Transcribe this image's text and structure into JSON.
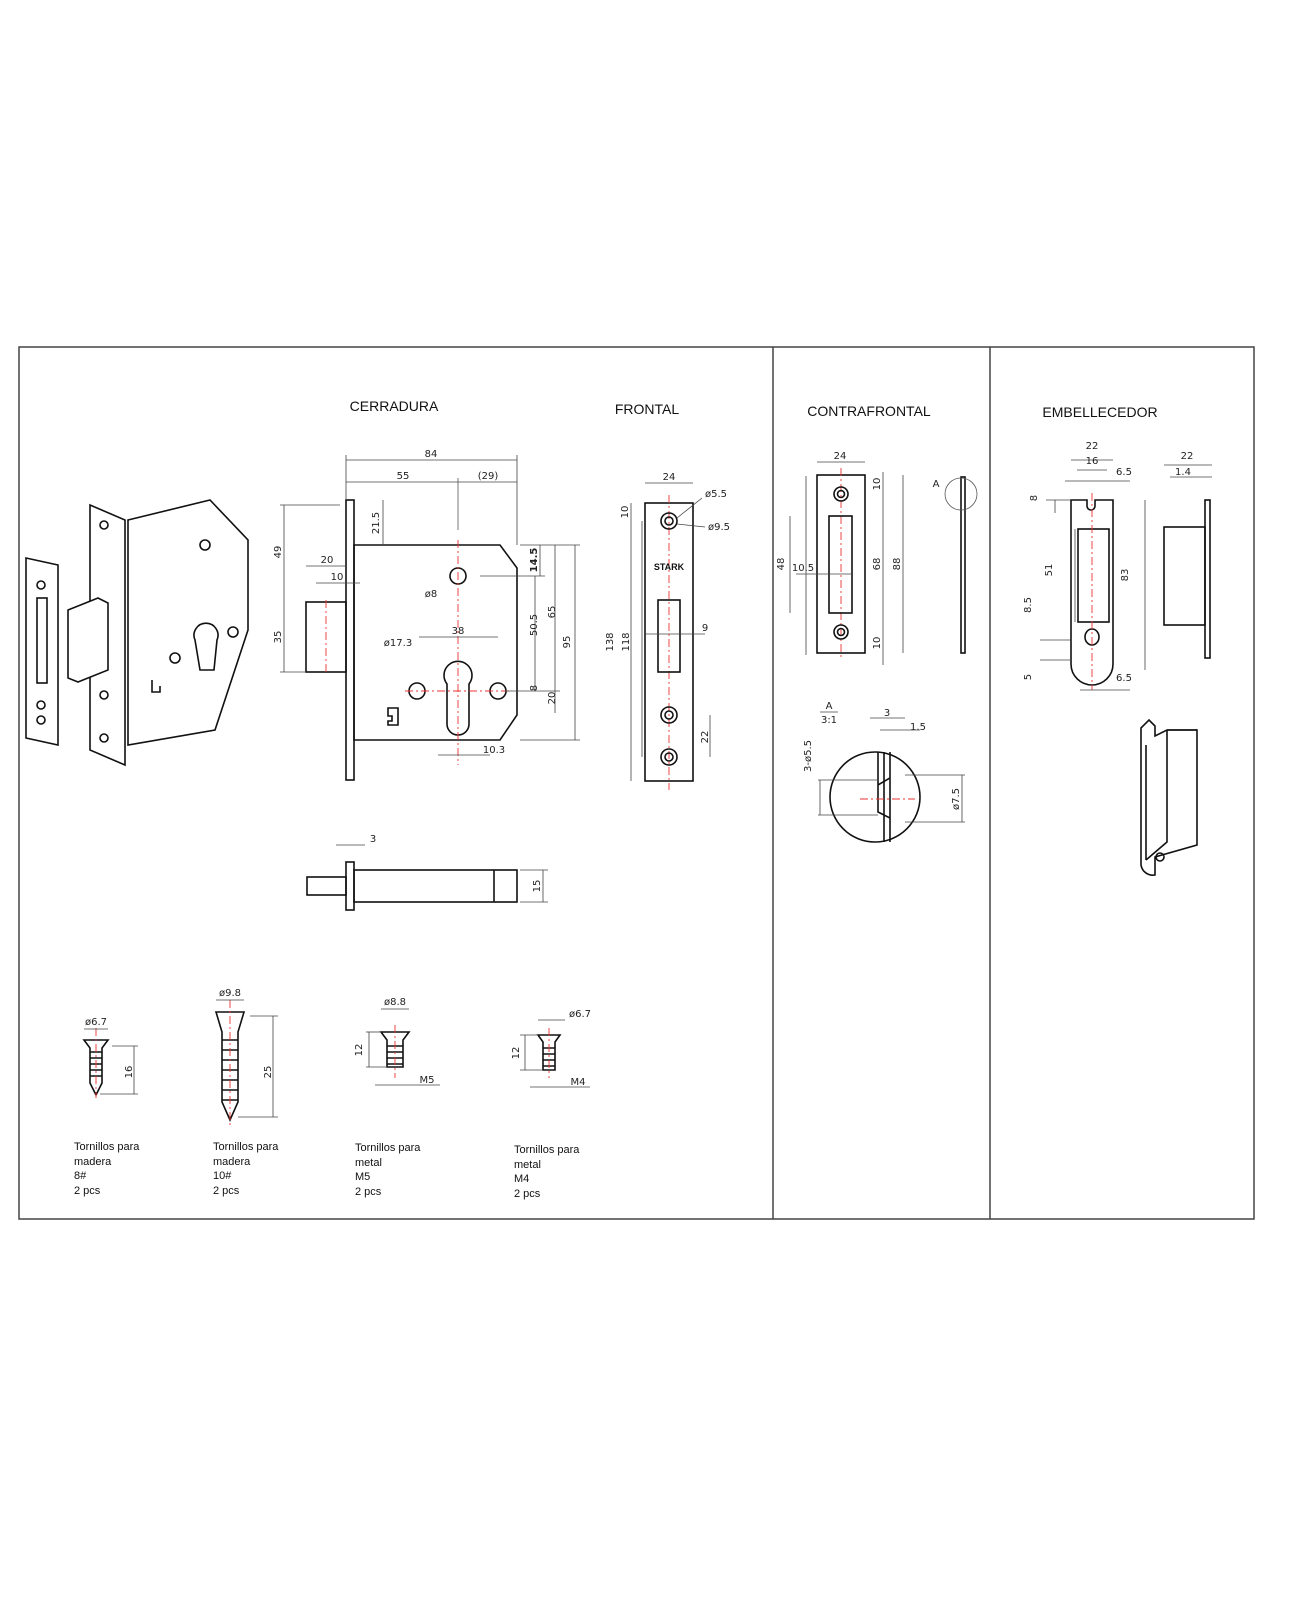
{
  "titles": {
    "cerradura": "CERRADURA",
    "frontal": "FRONTAL",
    "contrafrontal": "CONTRAFRONTAL",
    "embellecedor": "EMBELLECEDOR"
  },
  "cerradura": {
    "d84": "84",
    "d55": "55",
    "d29": "(29)",
    "d21_5": "21.5",
    "d49": "49",
    "d20": "20",
    "d10": "10",
    "d35": "35",
    "d14_5": "14.5",
    "d8dia": "ø8",
    "d50_5": "50.5",
    "d65": "65",
    "d95": "95",
    "d38": "38",
    "d17_3": "ø17.3",
    "d8": "8",
    "d20b": "20",
    "d10_3": "10.3",
    "bolt3": "3",
    "bolt15": "15"
  },
  "frontal": {
    "brand": "STARK",
    "d24": "24",
    "d5_5": "ø5.5",
    "d9_5": "ø9.5",
    "d10": "10",
    "d138": "138",
    "d118": "118",
    "d9": "9",
    "d22": "22"
  },
  "contrafrontal": {
    "d24": "24",
    "d10a": "10",
    "d10b": "10",
    "d48": "48",
    "d10_5": "10.5",
    "d68": "68",
    "d88": "88",
    "detail": "A",
    "detail_label": "A",
    "detail_scale": "3:1",
    "d3": "3",
    "d1_5": "1.5",
    "d3x5_5": "3-ø5.5",
    "d7_5": "ø7.5"
  },
  "embellecedor": {
    "d22": "22",
    "d16": "16",
    "d6_5": "6.5",
    "d8": "8",
    "d51": "51",
    "d83": "83",
    "d8_5": "8.5",
    "d5": "5",
    "d6_5b": "6.5",
    "side22": "22",
    "side1_4": "1.4"
  },
  "screws": [
    {
      "dia": "ø6.7",
      "len": "16",
      "lines": [
        "Tornillos para",
        "madera",
        "8#",
        "2 pcs"
      ]
    },
    {
      "dia": "ø9.8",
      "len": "25",
      "lines": [
        "Tornillos para",
        "madera",
        "10#",
        "2 pcs"
      ]
    },
    {
      "dia": "ø8.8",
      "len": "12",
      "thread": "M5",
      "lines": [
        "Tornillos para",
        "metal",
        "M5",
        "2 pcs"
      ]
    },
    {
      "dia": "ø6.7",
      "len": "12",
      "thread": "M4",
      "lines": [
        "Tornillos para",
        "metal",
        "M4",
        "2 pcs"
      ]
    }
  ]
}
